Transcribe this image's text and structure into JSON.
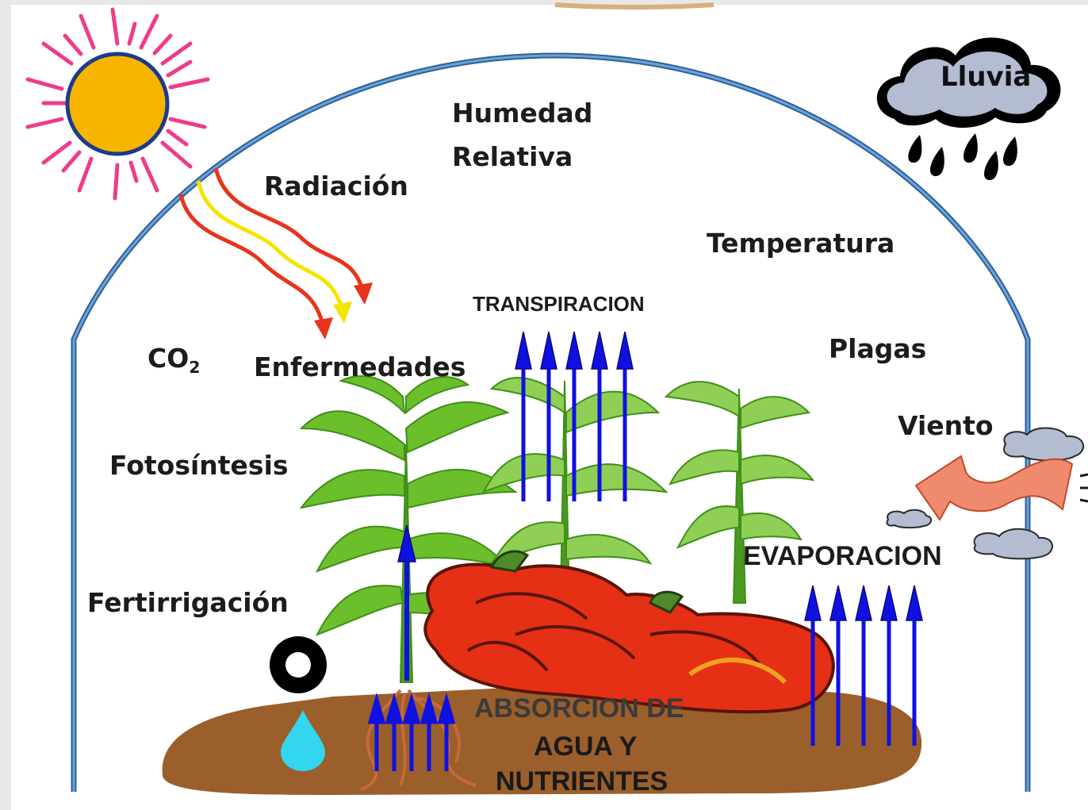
{
  "labels": {
    "lluvia": "Lluvia",
    "humedad_line1": "Humedad",
    "humedad_line2": "Relativa",
    "radiacion": "Radiación",
    "temperatura": "Temperatura",
    "transpiracion": "TRANSPIRACION",
    "co2_base": "CO",
    "co2_sub": "2",
    "enfermedades": "Enfermedades",
    "plagas": "Plagas",
    "viento": "Viento",
    "fotosintesis": "Fotosíntesis",
    "evaporacion": "EVAPORACION",
    "fertirrigacion": "Fertirrigación",
    "absorcion_line1": "ABSORCION DE",
    "absorcion_line2": "AGUA Y",
    "absorcion_line3": "NUTRIENTES"
  },
  "colors": {
    "background": "#e8e8ea",
    "greenhouse_frame": "#4f87c2",
    "soil": "#9a5f2b",
    "sun": "#f7b500",
    "sun_rays": "#ee3c8a",
    "flow_arrows": "#1010e0",
    "pepper": "#e53016",
    "leaves": "#6bbf2b",
    "water_drop": "#33d6ee",
    "wind_arrow": "#f08a6e",
    "cloud": "#b3bcd0"
  },
  "icons": [
    "sun-icon",
    "rain-cloud-icon",
    "water-drop-icon",
    "drip-emitter-icon",
    "wind-arrow-icon",
    "pepper-icon",
    "plant-icon"
  ]
}
